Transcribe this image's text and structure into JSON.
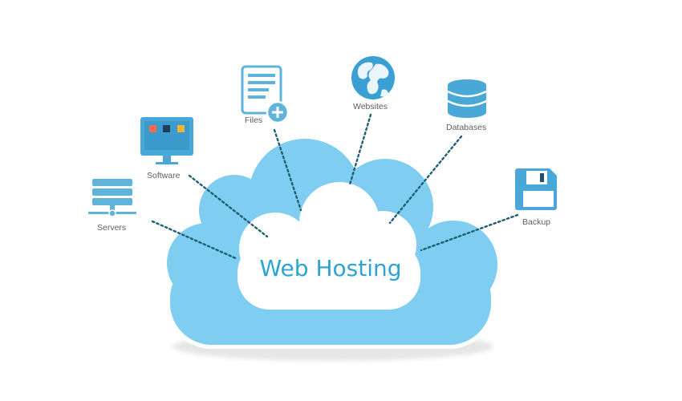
{
  "title": "Web Hosting",
  "nodes": [
    {
      "id": "servers",
      "label": "Servers",
      "icon": "server-rack-icon"
    },
    {
      "id": "software",
      "label": "Software",
      "icon": "monitor-icon"
    },
    {
      "id": "files",
      "label": "Files",
      "icon": "file-add-icon"
    },
    {
      "id": "websites",
      "label": "Websites",
      "icon": "globe-icon"
    },
    {
      "id": "databases",
      "label": "Databases",
      "icon": "database-icon"
    },
    {
      "id": "backup",
      "label": "Backup",
      "icon": "floppy-disk-icon"
    }
  ],
  "colors": {
    "cloud_outer": "#7fcdf0",
    "cloud_inner": "#ffffff",
    "title": "#2fa3d4",
    "connector": "#1f5f74",
    "icon_blue": "#5fb4dc",
    "icon_dark": "#2f7fa8",
    "label": "#5f5f5f"
  }
}
